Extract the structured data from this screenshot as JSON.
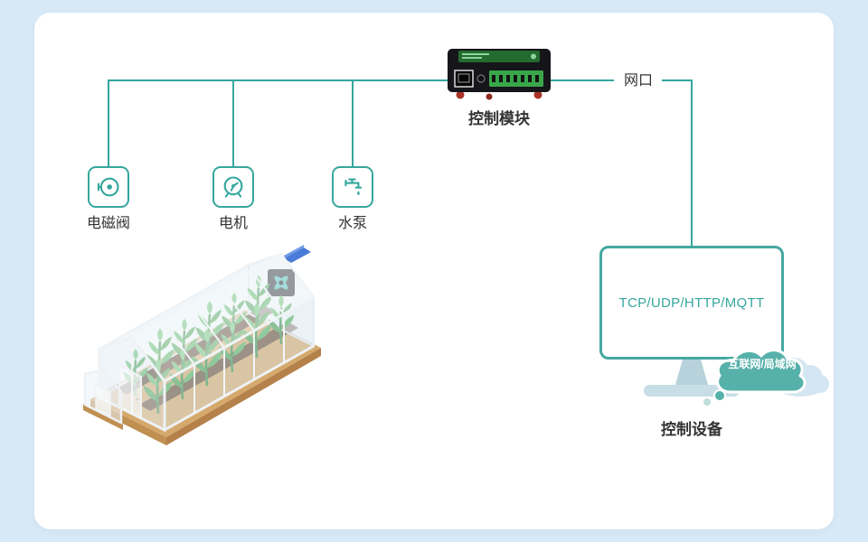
{
  "colors": {
    "background": "#d7e9f7",
    "card": "#ffffff",
    "accent": "#35a79e",
    "text": "#333333",
    "cloud": "#56b1aa",
    "screen_text": "#35a79e"
  },
  "controller": {
    "label": "控制模块",
    "port_label": "网口",
    "icon": "controller-module-device"
  },
  "actuators": [
    {
      "label": "电磁阀",
      "icon": "solenoid-valve-icon"
    },
    {
      "label": "电机",
      "icon": "motor-icon"
    },
    {
      "label": "水泵",
      "icon": "water-pump-icon"
    }
  ],
  "monitor": {
    "screen_text": "TCP/UDP/HTTP/MQTT",
    "label": "控制设备"
  },
  "network": {
    "cloud_label": "互联网/局域网"
  },
  "illustration": {
    "name": "greenhouse-with-plants"
  }
}
